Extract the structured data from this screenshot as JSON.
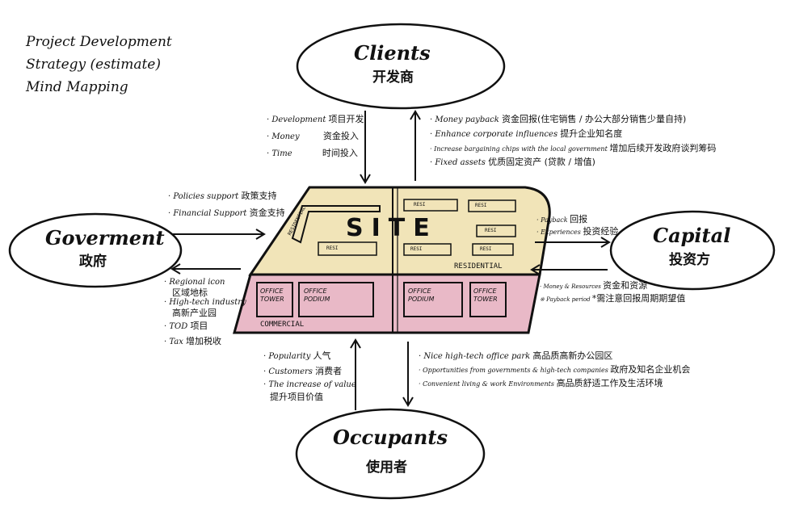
{
  "title": {
    "line1": "Project Development",
    "line2": "Strategy (estimate)",
    "line3": "Mind Mapping"
  },
  "nodes": {
    "clients": {
      "en": "Clients",
      "zh": "开发商"
    },
    "government": {
      "en": "Goverment",
      "zh": "政府"
    },
    "capital": {
      "en": "Capital",
      "zh": "投资方"
    },
    "occupants": {
      "en": "Occupants",
      "zh": "使用者"
    }
  },
  "site": {
    "label": "SITE",
    "residential_left": "RESIDENTIAL",
    "residential_right": "RESIDENTIAL",
    "commercial": "COMMERCIAL",
    "resi_tag": "RESI",
    "blocks": {
      "office_tower_left": "OFFICE TOWER",
      "office_podium_left": "OFFICE PODIUM",
      "office_podium_right": "OFFICE PODIUM",
      "office_tower_right": "OFFICE TOWER"
    }
  },
  "clients_to_site": [
    {
      "en": "Development",
      "zh": "项目开发"
    },
    {
      "en": "Money",
      "zh": "资金投入"
    },
    {
      "en": "Time",
      "zh": "时间投入"
    }
  ],
  "site_to_clients": [
    {
      "en": "Money payback",
      "zh": "资金回报(住宅销售 / 办公大部分销售少量自持)"
    },
    {
      "en": "Enhance corporate influences",
      "zh": "提升企业知名度"
    },
    {
      "en": "Increase bargaining chips with the local government",
      "zh": "增加后续开发政府谈判筹码"
    },
    {
      "en": "Fixed assets",
      "zh": "优质固定资产 (贷款 / 增值)"
    }
  ],
  "government_to_site": [
    {
      "en": "Policies support",
      "zh": "政策支持"
    },
    {
      "en": "Financial Support",
      "zh": "资金支持"
    }
  ],
  "site_to_government": [
    {
      "en": "Regional icon",
      "zh": "区域地标"
    },
    {
      "en": "High-tech industry",
      "zh": "高新产业园"
    },
    {
      "en": "TOD",
      "zh": "项目"
    },
    {
      "en": "Tax",
      "zh": "增加税收"
    }
  ],
  "site_to_capital": [
    {
      "en": "Payback",
      "zh": "回报"
    },
    {
      "en": "Experiences",
      "zh": "投资经验"
    }
  ],
  "capital_to_site": [
    {
      "en": "Money & Resources",
      "zh": "资金和资源"
    },
    {
      "en": "※ Payback period",
      "zh": "*需注意回报周期期望值"
    }
  ],
  "occupants_to_site": [
    {
      "en": "Popularity",
      "zh": "人气"
    },
    {
      "en": "Customers",
      "zh": "消费者"
    },
    {
      "en": "The increase of value",
      "zh": "提升项目价值"
    }
  ],
  "site_to_occupants": [
    {
      "en": "Nice high-tech office park",
      "zh": "高品质高新办公园区"
    },
    {
      "en": "Opportunities from governments & high-tech companies",
      "zh": "政府及知名企业机会"
    },
    {
      "en": "Convenient living & work Environments",
      "zh": "高品质舒适工作及生活环境"
    }
  ],
  "colors": {
    "ink": "#111111",
    "residential_fill": "#f1e4b8",
    "commercial_fill": "#e9b9c7",
    "paper": "#ffffff"
  }
}
